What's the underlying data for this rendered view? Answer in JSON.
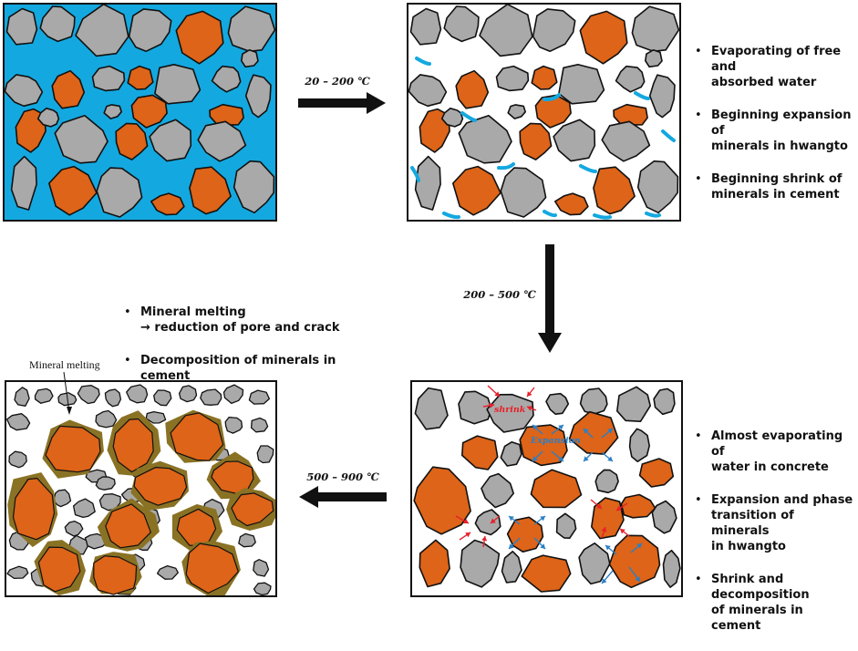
{
  "stages": {
    "stage1": {},
    "stage2": {
      "notes": [
        "Evaporating of free and\nabsorbed water",
        "Beginning expansion of\nminerals in hwangto",
        "Beginning shrink of\nminerals in cement"
      ]
    },
    "stage3": {
      "notes": [
        "Almost evaporating of\nwater in concrete",
        "Expansion and phase\ntransition  of minerals\nin hwangto",
        "Shrink and decomposition\nof minerals in cement"
      ],
      "labels": {
        "shrink": "shrink",
        "expansion": "Expansion"
      }
    },
    "stage4": {
      "notes": [
        "Mineral melting\n→ reduction of pore and crack",
        "Decomposition of minerals in cement"
      ],
      "callout": "Mineral melting"
    }
  },
  "transitions": [
    {
      "from": "stage1",
      "to": "stage2",
      "label": "20 – 200 ℃"
    },
    {
      "from": "stage2",
      "to": "stage3",
      "label": "200 – 500 ℃"
    },
    {
      "from": "stage3",
      "to": "stage4",
      "label": "500 – 900 ℃"
    }
  ],
  "colors": {
    "cement_gray": "#a9a9a9",
    "hwangto_orange": "#dd6418",
    "water_blue": "#14a8e0",
    "melt_olive": "#8a7225",
    "shrink_red": "#e8202a",
    "expansion_blue": "#2a7fc6",
    "outline": "#111111"
  }
}
